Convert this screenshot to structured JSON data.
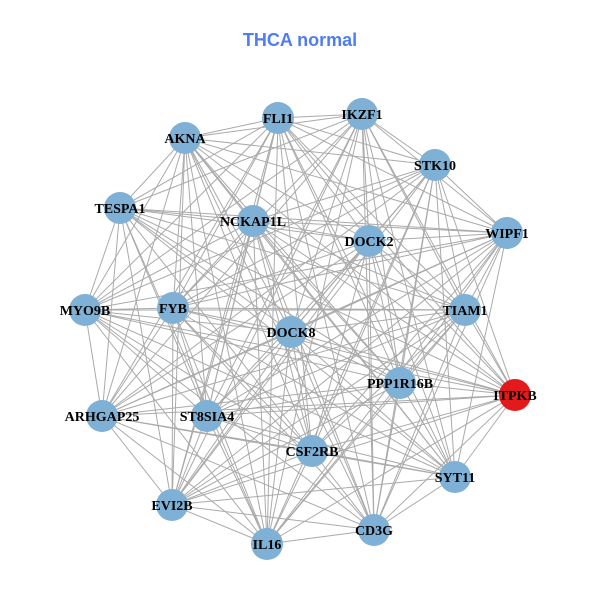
{
  "title": "THCA normal",
  "colors": {
    "node": "#7fb0d5",
    "highlight": "#e31a1c",
    "edge": "#aaaaaa",
    "title": "#4f7df0"
  },
  "nodes": [
    {
      "id": "FLI1",
      "highlight": false
    },
    {
      "id": "IKZF1",
      "highlight": false
    },
    {
      "id": "AKNA",
      "highlight": false
    },
    {
      "id": "STK10",
      "highlight": false
    },
    {
      "id": "TESPA1",
      "highlight": false
    },
    {
      "id": "NCKAP1L",
      "highlight": false
    },
    {
      "id": "DOCK2",
      "highlight": false
    },
    {
      "id": "WIPF1",
      "highlight": false
    },
    {
      "id": "MYO9B",
      "highlight": false
    },
    {
      "id": "FYB",
      "highlight": false
    },
    {
      "id": "TIAM1",
      "highlight": false
    },
    {
      "id": "DOCK8",
      "highlight": false
    },
    {
      "id": "PPP1R16B",
      "highlight": false
    },
    {
      "id": "ITPKB",
      "highlight": true
    },
    {
      "id": "ARHGAP25",
      "highlight": false
    },
    {
      "id": "ST8SIA4",
      "highlight": false
    },
    {
      "id": "CSF2RB",
      "highlight": false
    },
    {
      "id": "SYT11",
      "highlight": false
    },
    {
      "id": "EVI2B",
      "highlight": false
    },
    {
      "id": "IL16",
      "highlight": false
    },
    {
      "id": "CD3G",
      "highlight": false
    }
  ]
}
